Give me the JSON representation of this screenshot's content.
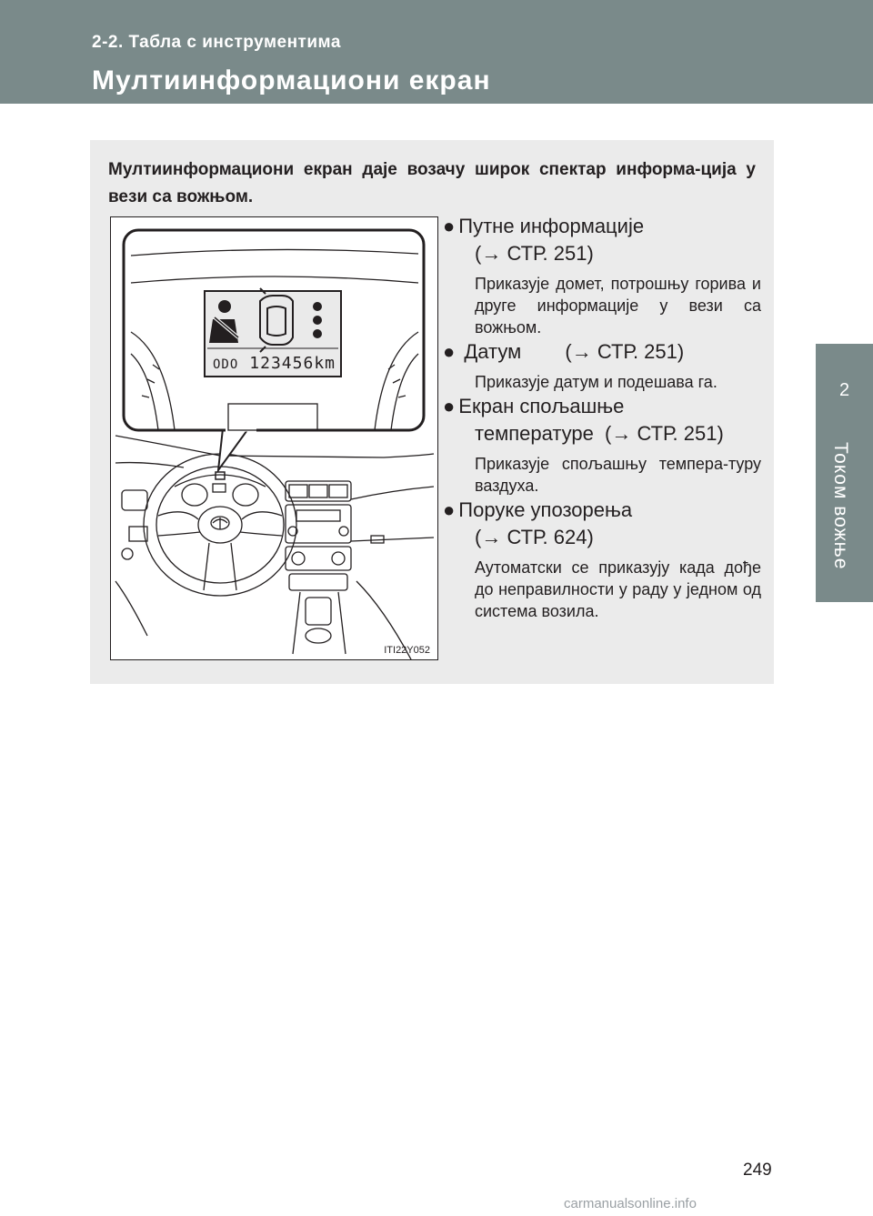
{
  "header": {
    "section": "2-2. Табла с инструментима",
    "title": "Мултиинформациони екран"
  },
  "side_tab": {
    "number": "2",
    "label": "Током вожње"
  },
  "intro": "Мултиинформациони екран даје возачу широк спектар информа-ција у вези са вожњом.",
  "figure": {
    "odometer_label": "ODO",
    "odometer_value": "123456km",
    "code": "ITI22Y052"
  },
  "items": [
    {
      "bullet": "●",
      "title": "Путне информације",
      "ref": "(→ СТР. 251)",
      "desc": "Приказује домет, потрошњу горива и друге информације у вези са вожњом."
    },
    {
      "bullet": "●",
      "title": " Датум",
      "ref": "(→ СТР. 251)",
      "desc": "Приказује датум и подешава га."
    },
    {
      "bullet": "●",
      "title": "Екран спољашње",
      "title2": "температуре",
      "ref": "(→ СТР. 251)",
      "desc": "Приказује спољашњу темпера-туру ваздуха."
    },
    {
      "bullet": "●",
      "title": "Поруке упозорења",
      "ref": "(→ СТР. 624)",
      "desc": "Аутоматски се приказују када дође до неправилности у раду у једном од система возила."
    }
  ],
  "page_number": "249",
  "watermark": "carmanualsonline.info"
}
